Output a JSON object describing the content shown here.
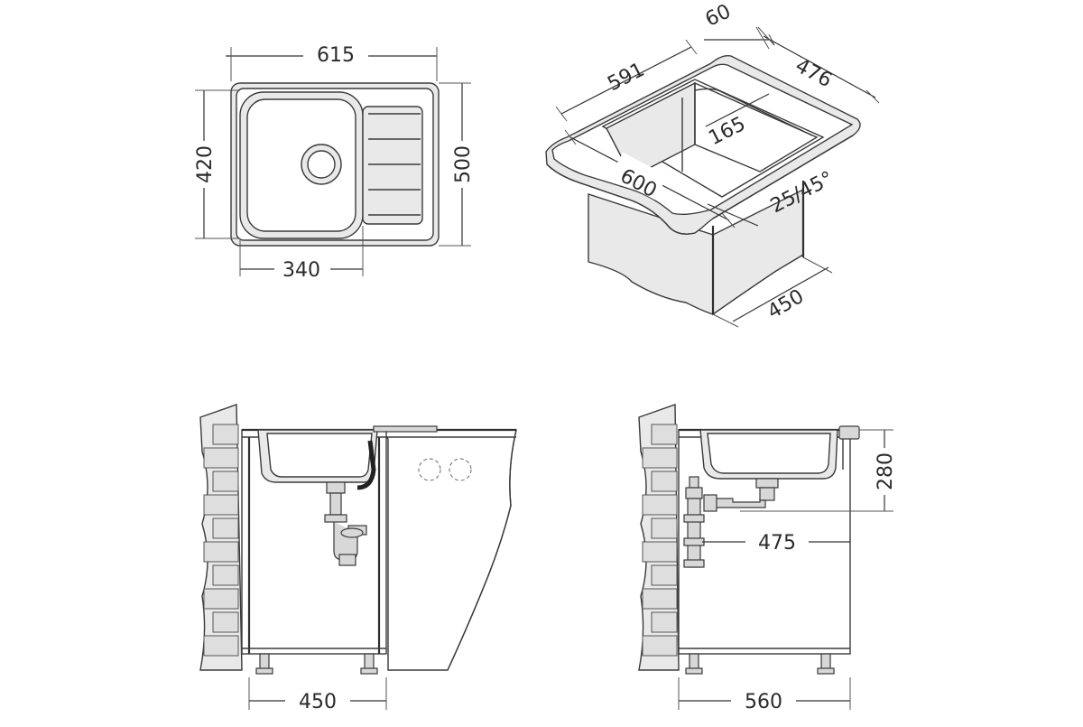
{
  "diagram": {
    "top_view": {
      "dim_width": "615",
      "dim_depth_inner": "420",
      "dim_depth_outer": "500",
      "dim_bowl_width": "340"
    },
    "iso_view": {
      "dim_rim": "60",
      "dim_depth_total": "476",
      "dim_cutout_width": "591",
      "dim_bowl_depth": "165",
      "dim_cabinet_width": "600",
      "dim_angle": "25/45°",
      "dim_cabinet_depth": "450"
    },
    "front_view": {
      "dim_cabinet": "450"
    },
    "side_view": {
      "dim_height": "280",
      "dim_drain_offset": "475",
      "dim_cabinet": "560"
    }
  }
}
